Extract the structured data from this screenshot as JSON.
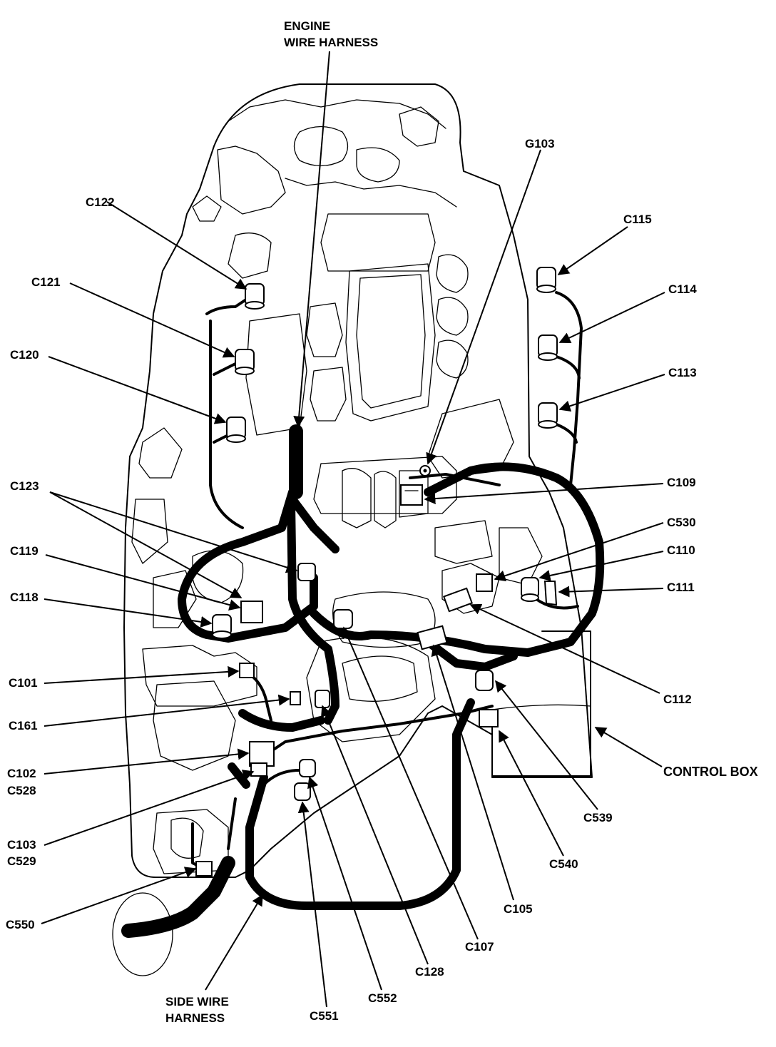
{
  "title": "",
  "labels": {
    "engine_harness_1": "ENGINE",
    "engine_harness_2": "WIRE HARNESS",
    "g103": "G103",
    "c122": "C122",
    "c115": "C115",
    "c121": "C121",
    "c114": "C114",
    "c120": "C120",
    "c113": "C113",
    "c109": "C109",
    "c123": "C123",
    "c530": "C530",
    "c119": "C119",
    "c110": "C110",
    "c111": "C111",
    "c118": "C118",
    "c101": "C101",
    "c112": "C112",
    "c161": "C161",
    "c102": "C102",
    "c528": "C528",
    "control_box": "CONTROL BOX",
    "c539": "C539",
    "c103": "C103",
    "c529": "C529",
    "c540": "C540",
    "c550": "C550",
    "c105": "C105",
    "c107": "C107",
    "c128": "C128",
    "side_harness_1": "SIDE WIRE",
    "side_harness_2": "HARNESS",
    "c552": "C552",
    "c551": "C551"
  }
}
